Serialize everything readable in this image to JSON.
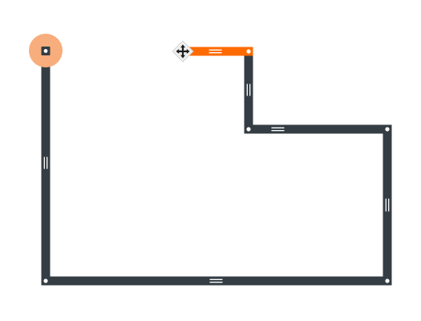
{
  "canvas": {
    "background": "#ffffff"
  },
  "colors": {
    "wall": "#343d43",
    "active_wall": "#ff6a00",
    "vertex": "#ffffff",
    "start_vertex_highlight": "#f7ad7c",
    "start_vertex_dot": "#343d43",
    "move_handle_fill": "#eeeeee",
    "move_handle_icon": "#1c1c1c"
  },
  "icons": {
    "move_handle": "move-arrows-icon",
    "start_vertex": "start-vertex-icon",
    "midpoint_handle": "drag-handle-icon"
  },
  "walls": [
    {
      "id": "wall-left",
      "state": "normal"
    },
    {
      "id": "wall-bottom",
      "state": "normal"
    },
    {
      "id": "wall-right",
      "state": "normal"
    },
    {
      "id": "wall-step-horizontal",
      "state": "normal"
    },
    {
      "id": "wall-step-vertical",
      "state": "normal"
    },
    {
      "id": "wall-top-active",
      "state": "drawing"
    }
  ]
}
